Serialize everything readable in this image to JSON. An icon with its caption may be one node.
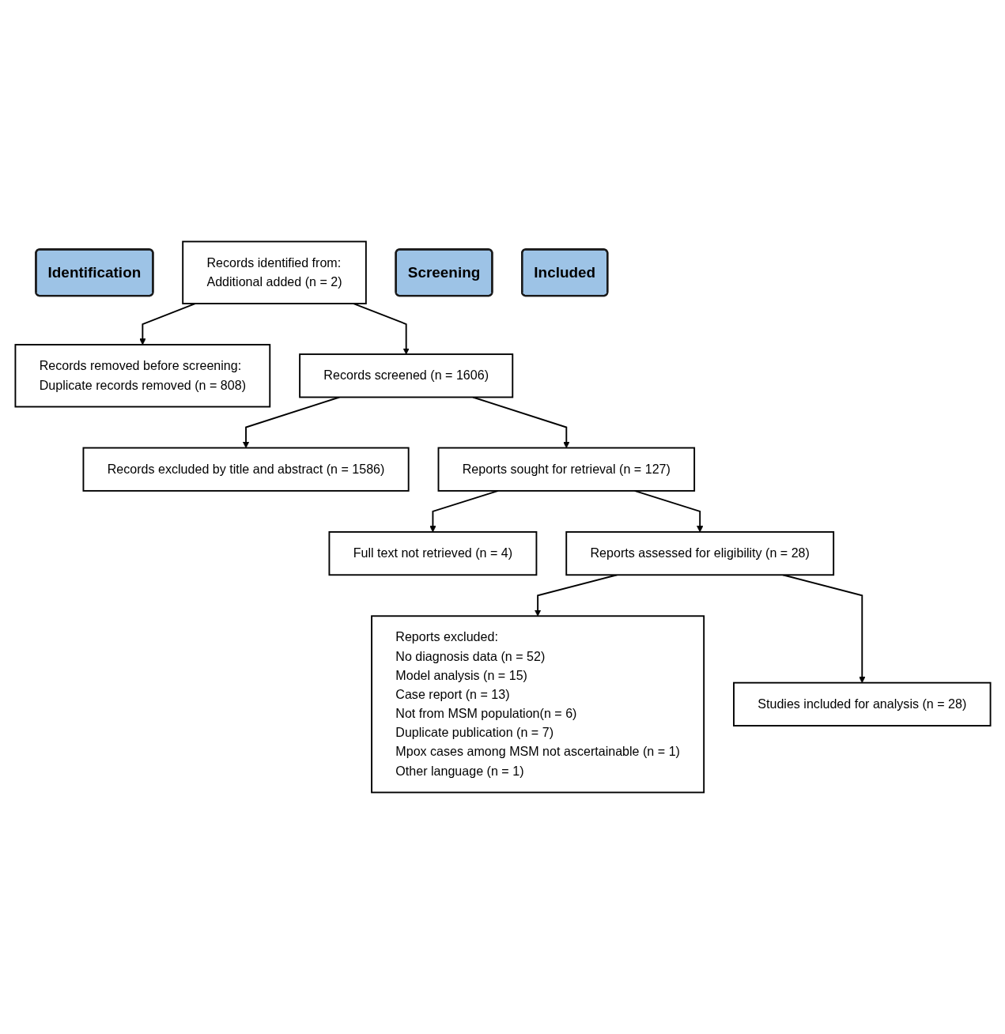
{
  "diagram": {
    "nodes": [
      {
        "text": [
          "Identification"
        ]
      },
      {
        "text": [
          "Records identified from:",
          "Additional added (n = 2)"
        ]
      },
      {
        "text": [
          "Records removed before screening:",
          "Duplicate records removed (n = 808)"
        ]
      },
      {
        "text": [
          "Screening"
        ]
      },
      {
        "text": [
          "Records screened (n = 1606)"
        ]
      },
      {
        "text": [
          "Records excluded by title and abstract (n = 1586)"
        ]
      },
      {
        "text": [
          "Reports sought for retrieval (n = 127)"
        ]
      },
      {
        "text": [
          "Full text not retrieved (n = 4)"
        ]
      },
      {
        "text": [
          "Reports assessed for eligibility (n = 28)"
        ]
      },
      {
        "text": [
          "Reports excluded:",
          "No diagnosis data (n = 52)",
          "Model analysis (n = 15)",
          "Case report (n = 13)",
          "Not from MSM population(n = 6)",
          "Duplicate publication (n = 7)",
          "Mpox cases among MSM not ascertainable (n = 1)",
          "Other language (n = 1)"
        ]
      },
      {
        "text": [
          "Included"
        ]
      },
      {
        "text": [
          "Studies included for analysis (n = 28)"
        ]
      }
    ],
    "edges": [
      {
        "from": 1,
        "to": 2,
        "arrow": "to"
      },
      {
        "from": 1,
        "to": 4,
        "arrow": "to"
      },
      {
        "from": 4,
        "to": 5,
        "arrow": "to"
      },
      {
        "from": 4,
        "to": 6,
        "arrow": "to"
      },
      {
        "from": 6,
        "to": 7,
        "arrow": "to"
      },
      {
        "from": 6,
        "to": 8,
        "arrow": "to"
      },
      {
        "from": 8,
        "to": 9,
        "arrow": "to"
      },
      {
        "from": 8,
        "to": 11,
        "arrow": "to"
      }
    ]
  }
}
